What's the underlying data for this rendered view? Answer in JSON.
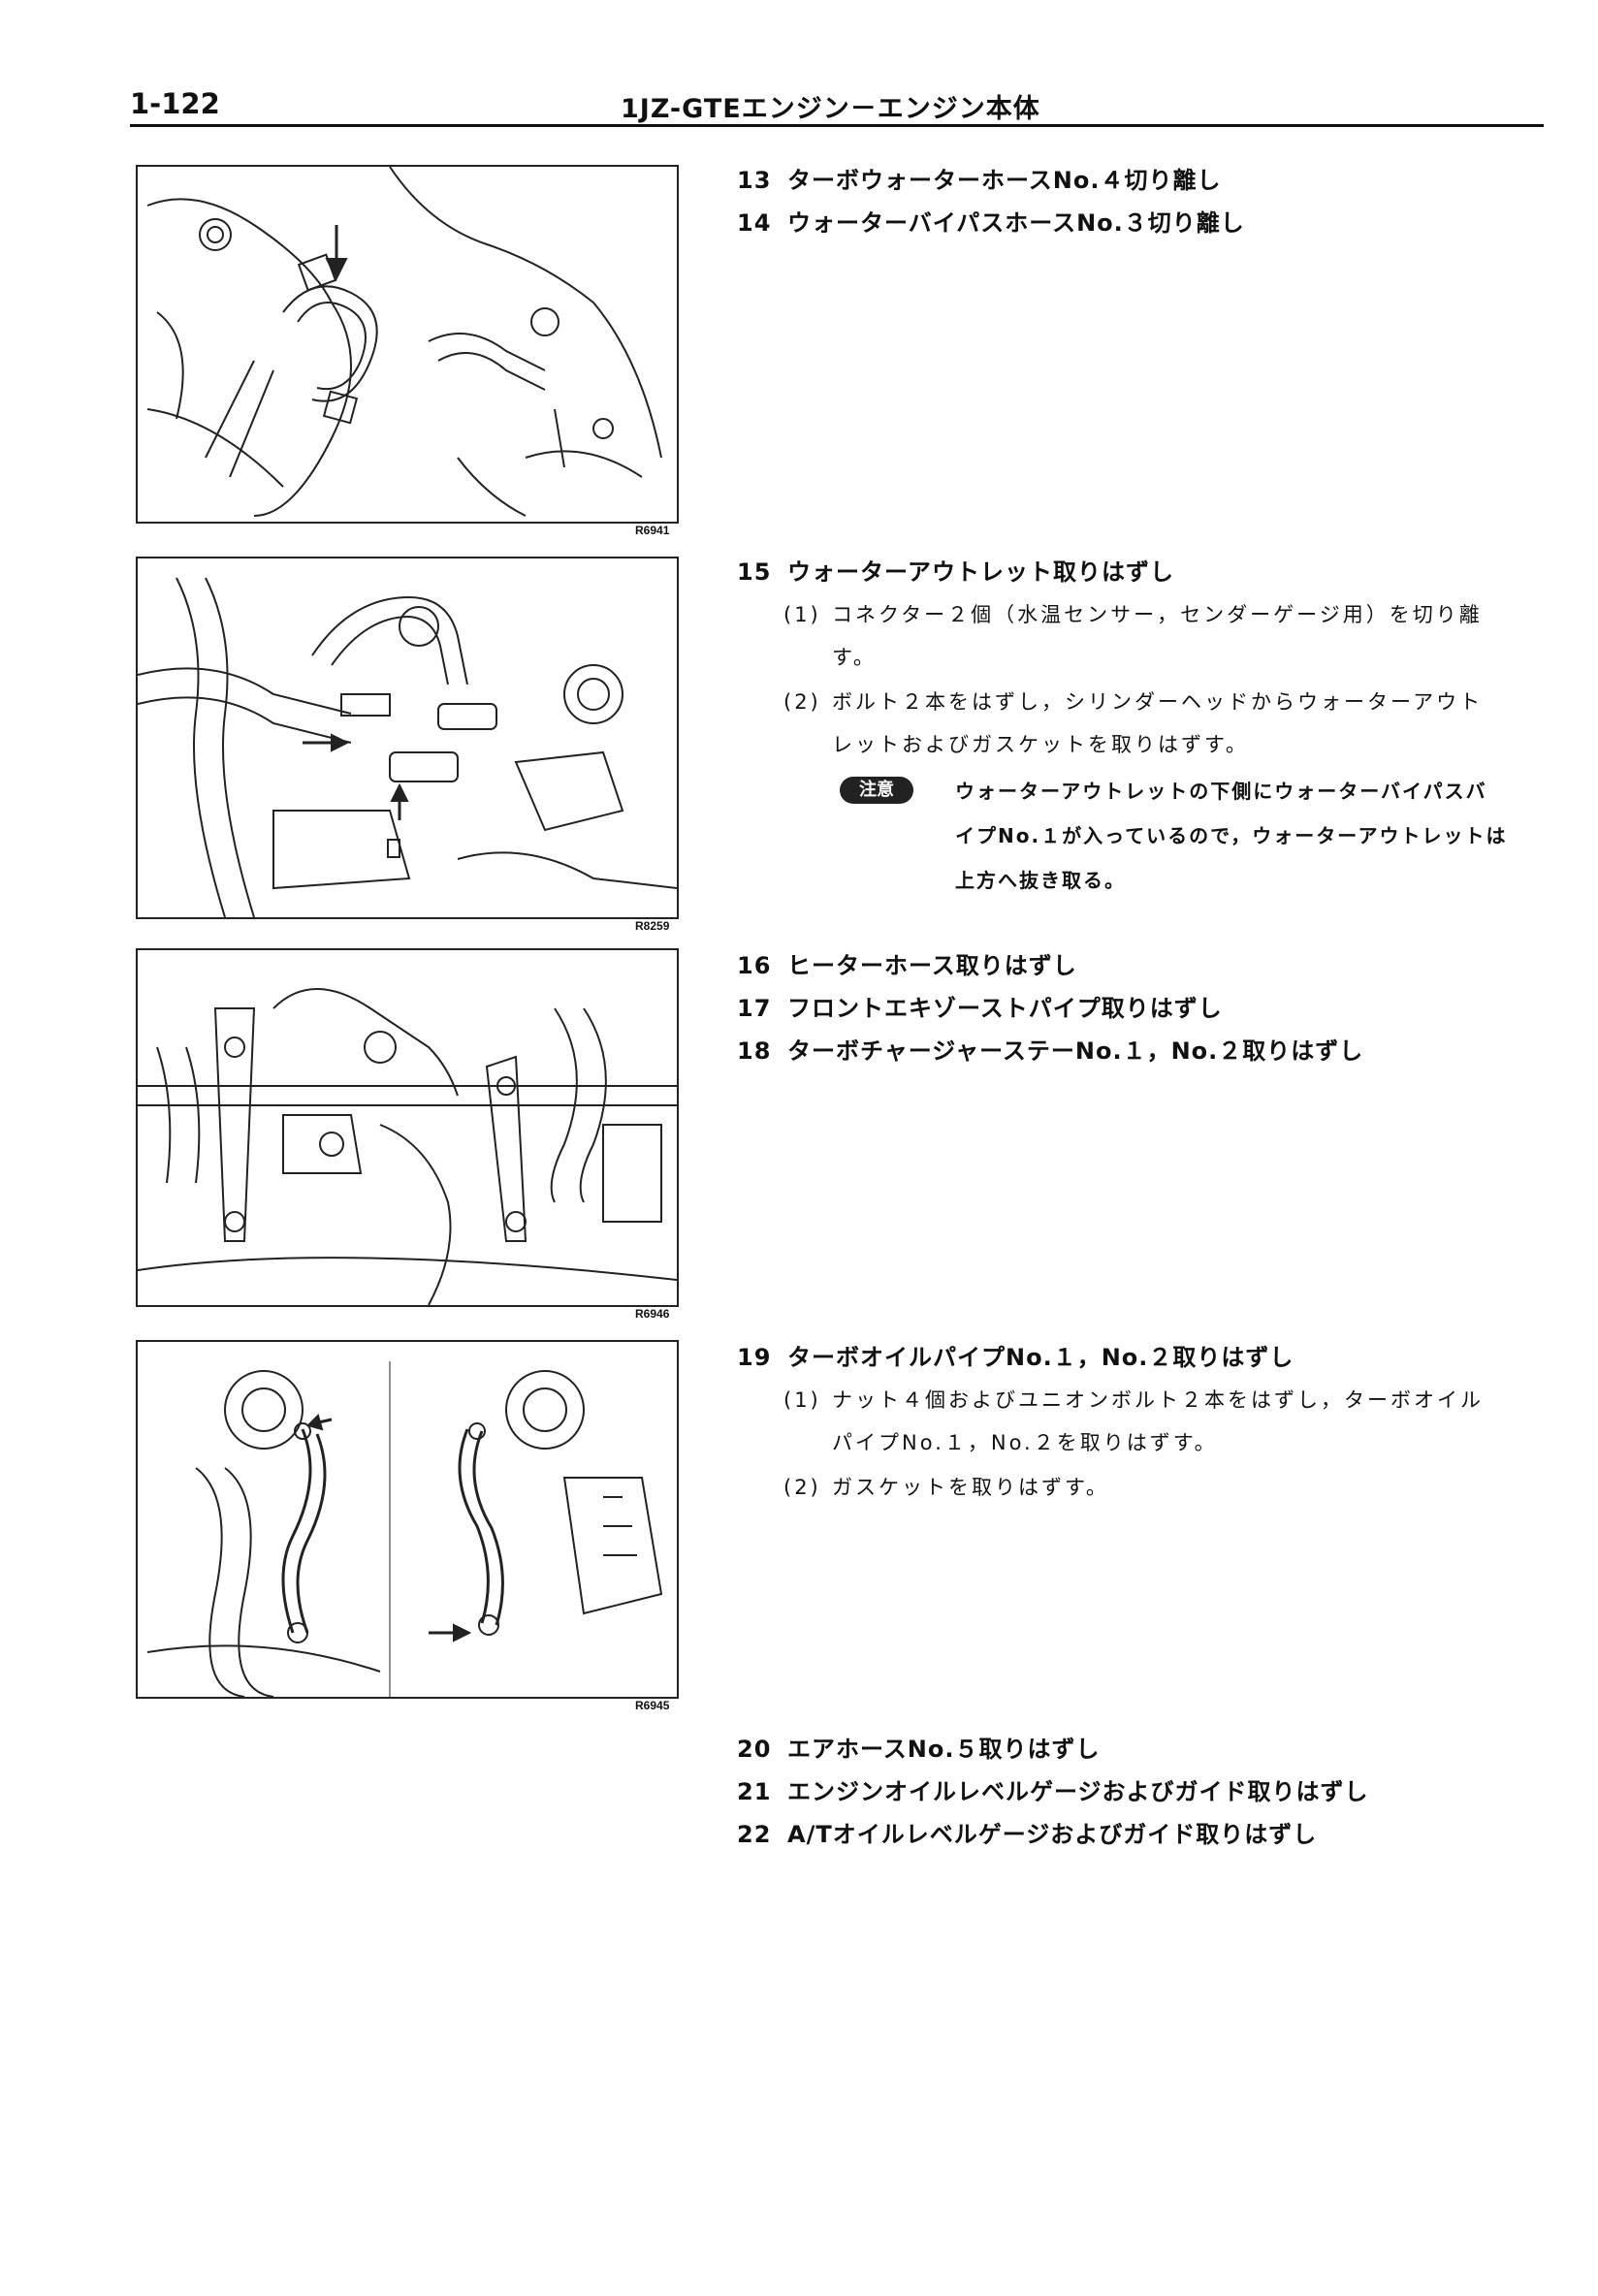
{
  "header": {
    "page_number": "1-122",
    "title": "1JZ-GTEエンジン－エンジン本体"
  },
  "figures": [
    {
      "code": "R6941"
    },
    {
      "code": "R8259"
    },
    {
      "code": "R6946"
    },
    {
      "code": "R6945"
    }
  ],
  "steps": [
    {
      "num": "13",
      "text": "ターボウォーターホースNo.４切り離し"
    },
    {
      "num": "14",
      "text": "ウォーターバイパスホースNo.３切り離し"
    },
    {
      "num": "15",
      "text": "ウォーターアウトレット取りはずし"
    },
    {
      "num": "16",
      "text": "ヒーターホース取りはずし"
    },
    {
      "num": "17",
      "text": "フロントエキゾーストパイプ取りはずし"
    },
    {
      "num": "18",
      "text": "ターボチャージャーステーNo.１，No.２取りはずし"
    },
    {
      "num": "19",
      "text": "ターボオイルパイプNo.１，No.２取りはずし"
    },
    {
      "num": "20",
      "text": "エアホースNo.５取りはずし"
    },
    {
      "num": "21",
      "text": "エンジンオイルレベルゲージおよびガイド取りはずし"
    },
    {
      "num": "22",
      "text": "A/Tオイルレベルゲージおよびガイド取りはずし"
    }
  ],
  "step15_subs": [
    {
      "num": "(1)",
      "line1": "コネクター２個（水温センサー，センダーゲージ用）を切り離",
      "line2": "す。"
    },
    {
      "num": "(2)",
      "line1": "ボルト２本をはずし，シリンダーヘッドからウォーターアウト",
      "line2": "レットおよびガスケットを取りはずす。"
    }
  ],
  "step15_note": {
    "badge": "注意",
    "lines": [
      "ウォーターアウトレットの下側にウォーターバイパスバ",
      "イプNo.１が入っているので，ウォーターアウトレットは",
      "上方へ抜き取る。"
    ]
  },
  "step19_subs": [
    {
      "num": "(1)",
      "line1": "ナット４個およびユニオンボルト２本をはずし，ターボオイル",
      "line2": "パイプNo.１，No.２を取りはずす。"
    },
    {
      "num": "(2)",
      "line1": "ガスケットを取りはずす。",
      "line2": ""
    }
  ]
}
